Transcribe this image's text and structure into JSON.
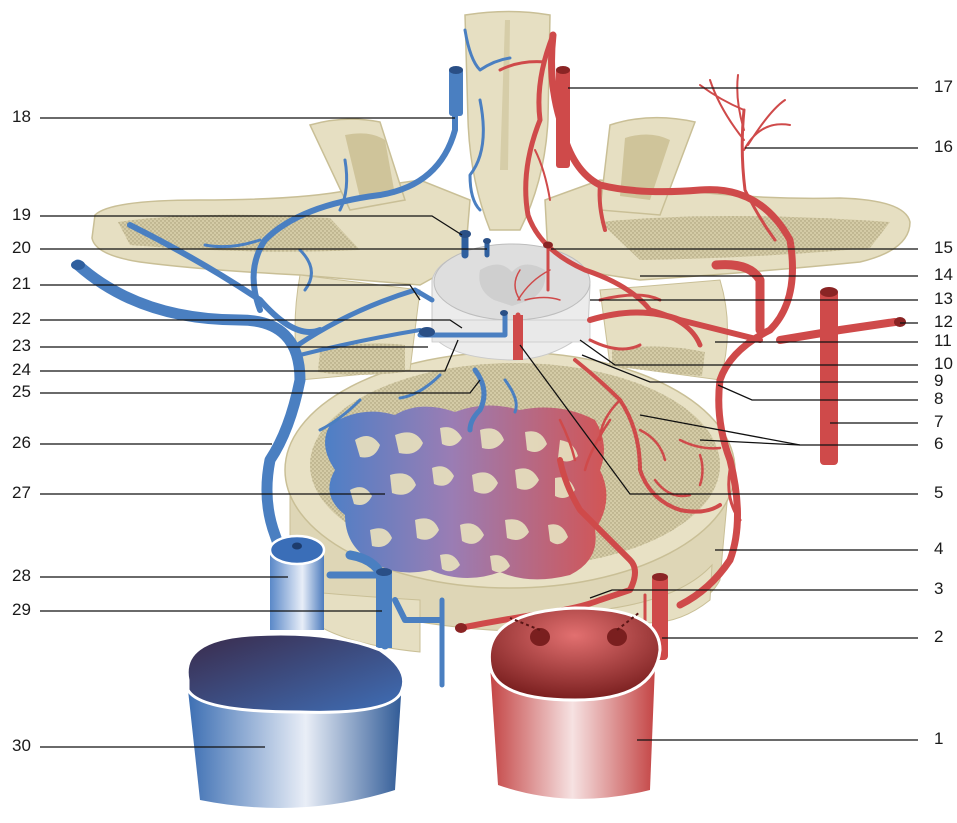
{
  "labels_left": [
    "18",
    "19",
    "20",
    "21",
    "22",
    "23",
    "24",
    "25",
    "26",
    "27",
    "28",
    "29",
    "30"
  ],
  "labels_right": [
    "17",
    "16",
    "15",
    "14",
    "13",
    "12",
    "11",
    "10",
    "9",
    "8",
    "7",
    "6",
    "5",
    "4",
    "3",
    "2",
    "1"
  ],
  "colors": {
    "bone": "#e6dfc2",
    "bone_dark": "#c9bf96",
    "cancellous": "#cdc39a",
    "vein": "#4a7fc1",
    "vein_dark": "#2f5f9e",
    "artery": "#cf4a4a",
    "artery_dark": "#a83232",
    "cord": "#d8d8d8",
    "leader": "#111111"
  }
}
